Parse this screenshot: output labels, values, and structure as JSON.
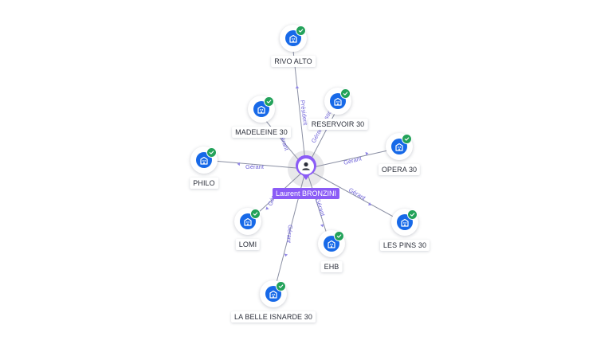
{
  "colors": {
    "company_icon": "#1769e8",
    "verified_badge": "#23a25a",
    "person_accent": "#8b5cf6",
    "edge_label": "#6f63d9",
    "edge_line": "#8a8fa3"
  },
  "person": {
    "name": "Laurent BRONZINI",
    "icon": "person-icon"
  },
  "companies": [
    {
      "name": "RIVO ALTO",
      "role": "Président",
      "icon": "building-icon",
      "verified": true
    },
    {
      "name": "RESERVOIR 30",
      "role": "Gérant Associé",
      "icon": "building-icon",
      "verified": true
    },
    {
      "name": "MADELEINE 30",
      "role": "Gérant",
      "icon": "building-icon",
      "verified": true
    },
    {
      "name": "OPERA 30",
      "role": "Gérant",
      "icon": "building-icon",
      "verified": true
    },
    {
      "name": "PHILO",
      "role": "Gérant",
      "icon": "building-icon",
      "verified": true
    },
    {
      "name": "LES PINS 30",
      "role": "Gérant",
      "icon": "building-icon",
      "verified": true
    },
    {
      "name": "LOMI",
      "role": "Gérant",
      "icon": "building-icon",
      "verified": true
    },
    {
      "name": "EHB",
      "role": "Gérant",
      "icon": "building-icon",
      "verified": true
    },
    {
      "name": "LA BELLE ISNARDE 30",
      "role": "Gérant",
      "icon": "building-icon",
      "verified": true
    }
  ]
}
